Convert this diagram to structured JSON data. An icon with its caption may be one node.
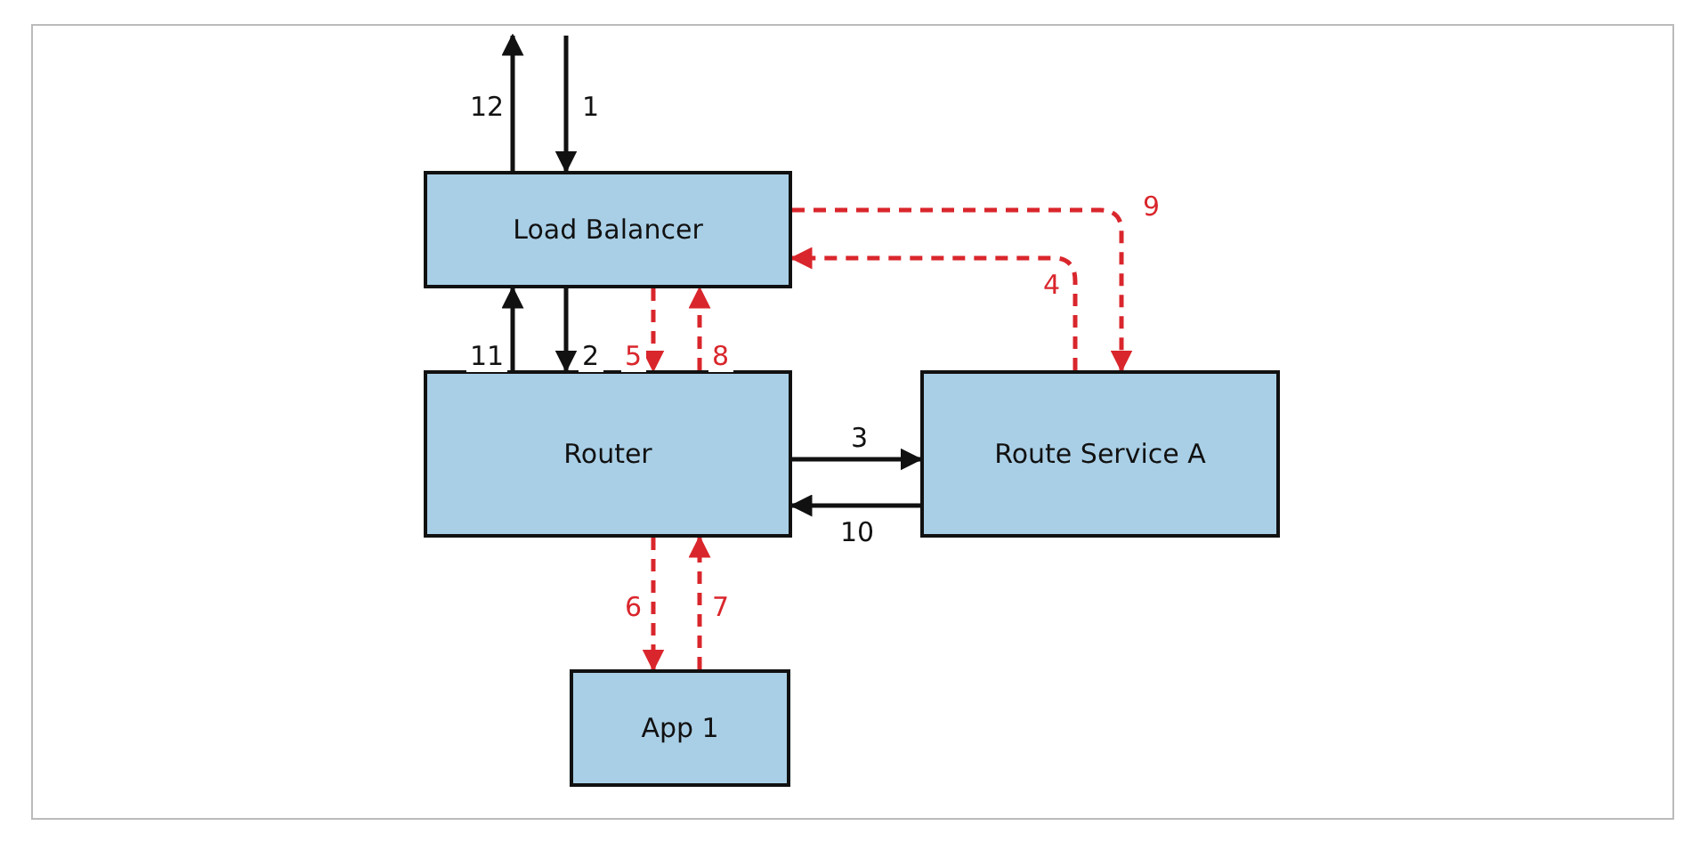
{
  "diagram": {
    "nodes": [
      {
        "text": [
          "Load Balancer"
        ]
      },
      {
        "text": [
          "Router"
        ]
      },
      {
        "text": [
          "Route Service A"
        ]
      },
      {
        "text": [
          "App 1"
        ]
      }
    ],
    "edges": [
      {
        "from": null,
        "to": 0,
        "arrow": "to",
        "label": "1"
      },
      {
        "from": 0,
        "to": 1,
        "arrow": "to",
        "label": "2"
      },
      {
        "from": 1,
        "to": 2,
        "arrow": "to",
        "label": "3"
      },
      {
        "from": 2,
        "to": 0,
        "arrow": "to",
        "label": "4",
        "style": "dashed",
        "color": "#d9262c"
      },
      {
        "from": 0,
        "to": 1,
        "arrow": "to",
        "label": "5",
        "style": "dashed",
        "color": "#d9262c"
      },
      {
        "from": 1,
        "to": 3,
        "arrow": "to",
        "label": "6",
        "style": "dashed",
        "color": "#d9262c"
      },
      {
        "from": 3,
        "to": 1,
        "arrow": "to",
        "label": "7",
        "style": "dashed",
        "color": "#d9262c"
      },
      {
        "from": 1,
        "to": 0,
        "arrow": "to",
        "label": "8",
        "style": "dashed",
        "color": "#d9262c"
      },
      {
        "from": 0,
        "to": 2,
        "arrow": "to",
        "label": "9",
        "style": "dashed",
        "color": "#d9262c"
      },
      {
        "from": 2,
        "to": 1,
        "arrow": "to",
        "label": "10"
      },
      {
        "from": 1,
        "to": 0,
        "arrow": "to",
        "label": "11"
      },
      {
        "from": 0,
        "to": null,
        "arrow": "to",
        "label": "12"
      }
    ]
  }
}
